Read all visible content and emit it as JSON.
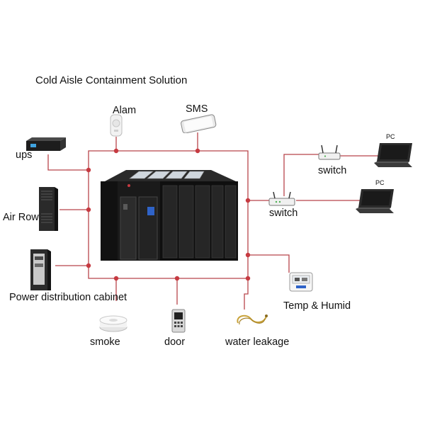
{
  "title": "Cold Aisle Containment Solution",
  "labels": {
    "alarm": "Alam",
    "sms": "SMS",
    "ups": "ups",
    "air_row": "Air Row",
    "pdc": "Power distribution cabinet",
    "smoke": "smoke",
    "door": "door",
    "water": "water leakage",
    "switch_top": "switch",
    "switch_mid": "switch",
    "pc_top": "PC",
    "pc_bottom": "PC",
    "temp": "Temp & Humid"
  },
  "colors": {
    "wire": "#b8454b",
    "node": "#c63a41",
    "cabinet": "#151515",
    "screen": "#2f63c8"
  }
}
